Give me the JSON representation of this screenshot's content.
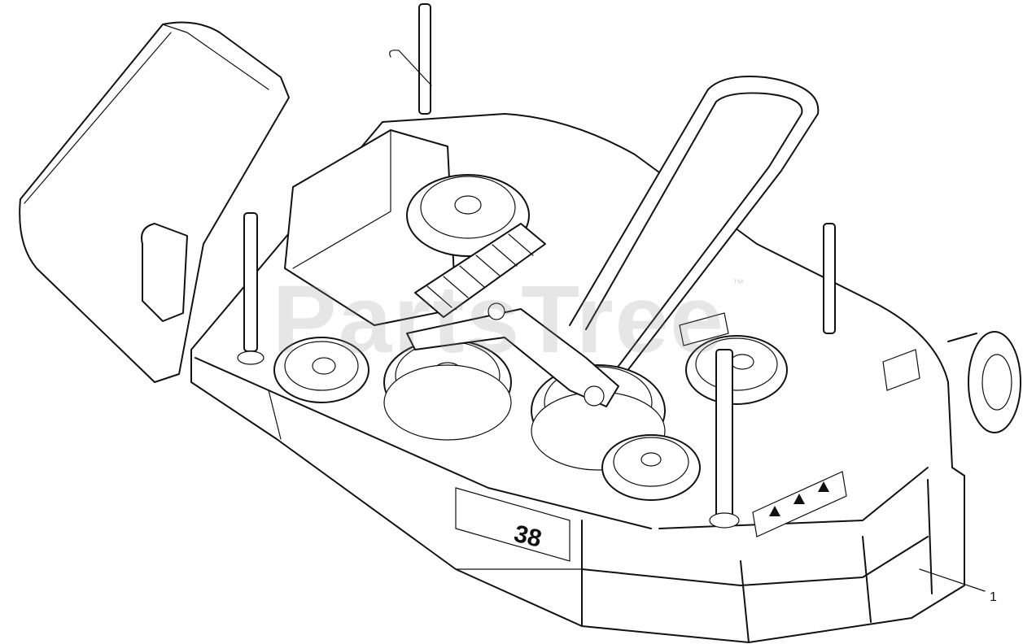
{
  "diagram": {
    "callouts": [
      {
        "label": "1",
        "part": "mower-deck-housing"
      }
    ],
    "watermark": "PartsTree",
    "watermark_mark": "™",
    "deck_size_marking": "38"
  }
}
